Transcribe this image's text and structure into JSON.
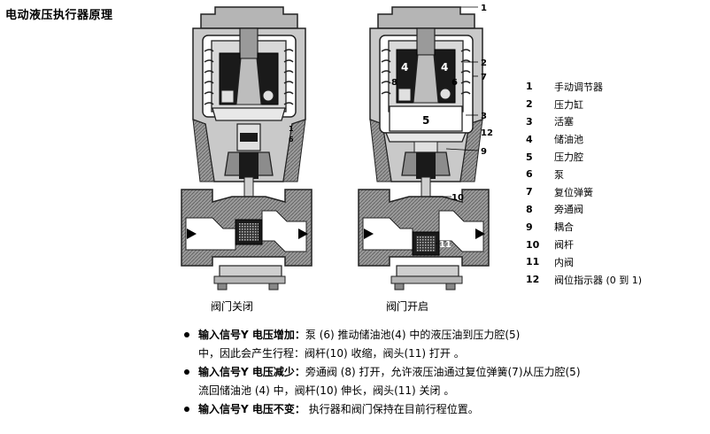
{
  "title": "电动液压执行器原理",
  "captions": {
    "closed": "阀门关闭",
    "open": "阀门开启"
  },
  "legend": [
    {
      "num": "1",
      "text": "手动调节器"
    },
    {
      "num": "2",
      "text": "压力缸"
    },
    {
      "num": "3",
      "text": "活塞"
    },
    {
      "num": "4",
      "text": "储油池"
    },
    {
      "num": "5",
      "text": "压力腔"
    },
    {
      "num": "6",
      "text": "泵"
    },
    {
      "num": "7",
      "text": "复位弹簧"
    },
    {
      "num": "8",
      "text": "旁通阀"
    },
    {
      "num": "9",
      "text": "耦合"
    },
    {
      "num": "10",
      "text": "阀杆"
    },
    {
      "num": "11",
      "text": "内阀"
    },
    {
      "num": "12",
      "text": "阀位指示器 (0 到 1)"
    }
  ],
  "callouts": {
    "n1": "1",
    "n2": "2",
    "n7": "7",
    "n3": "3",
    "n12": "12",
    "n9": "9",
    "n10": "10",
    "n11": "11",
    "c4a": "4",
    "c4b": "4",
    "c8": "8",
    "c6": "6",
    "c5": "5",
    "l1": "1",
    "l6": "6"
  },
  "notes": [
    {
      "lead": "输入信号Y 电压增加：",
      "text": "泵 (6) 推动储油池(4) 中的液压油到压力腔(5)",
      "cont": "中，因此会产生行程：阀杆(10) 收缩，阀头(11) 打开 。"
    },
    {
      "lead": "输入信号Y 电压减少：",
      "text": "旁通阀 (8) 打开，允许液压油通过复位弹簧(7)从压力腔(5)",
      "cont": "流回储油池 (4) 中，阀杆(10) 伸长，阀头(11) 关闭 。"
    },
    {
      "lead": "输入信号Y 电压不变：",
      "text": " 执行器和阀门保持在目前行程位置。",
      "cont": ""
    }
  ]
}
